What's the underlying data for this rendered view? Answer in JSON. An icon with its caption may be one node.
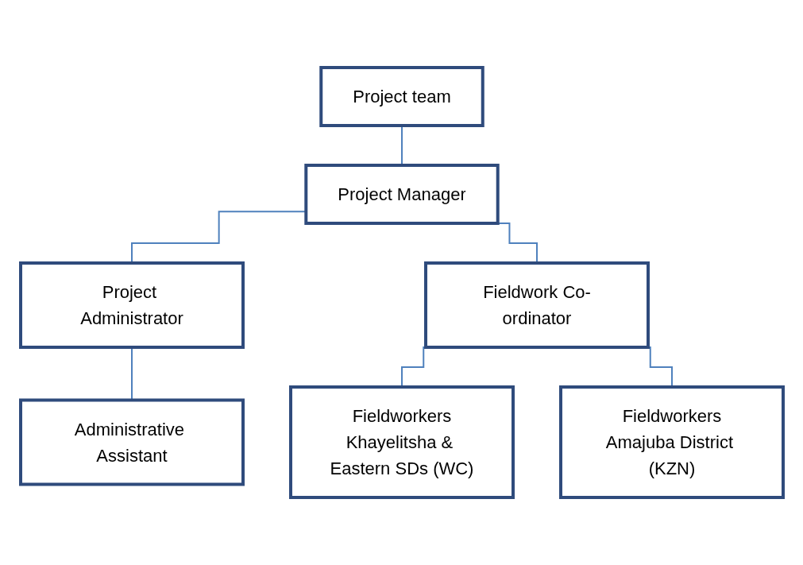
{
  "diagram": {
    "nodes": [
      {
        "text": [
          "Project team"
        ]
      },
      {
        "text": [
          "Project Manager"
        ]
      },
      {
        "text": [
          "Project Administrator"
        ]
      },
      {
        "text": [
          "Administrative Assistant"
        ]
      },
      {
        "text": [
          "Fieldwork Co-ordinator"
        ]
      },
      {
        "text": [
          "Fieldworkers",
          "Khayelitsha & Eastern SDs (WC)"
        ]
      },
      {
        "text": [
          "Fieldworkers",
          "Amajuba District (KZN)"
        ]
      }
    ],
    "edges": [
      {
        "from": 0,
        "to": 1,
        "arrow": "none"
      },
      {
        "from": 1,
        "to": 2,
        "arrow": "none"
      },
      {
        "from": 2,
        "to": 3,
        "arrow": "none"
      },
      {
        "from": 1,
        "to": 4,
        "arrow": "none"
      },
      {
        "from": 4,
        "to": 5,
        "arrow": "none"
      },
      {
        "from": 4,
        "to": 6,
        "arrow": "none"
      }
    ]
  }
}
